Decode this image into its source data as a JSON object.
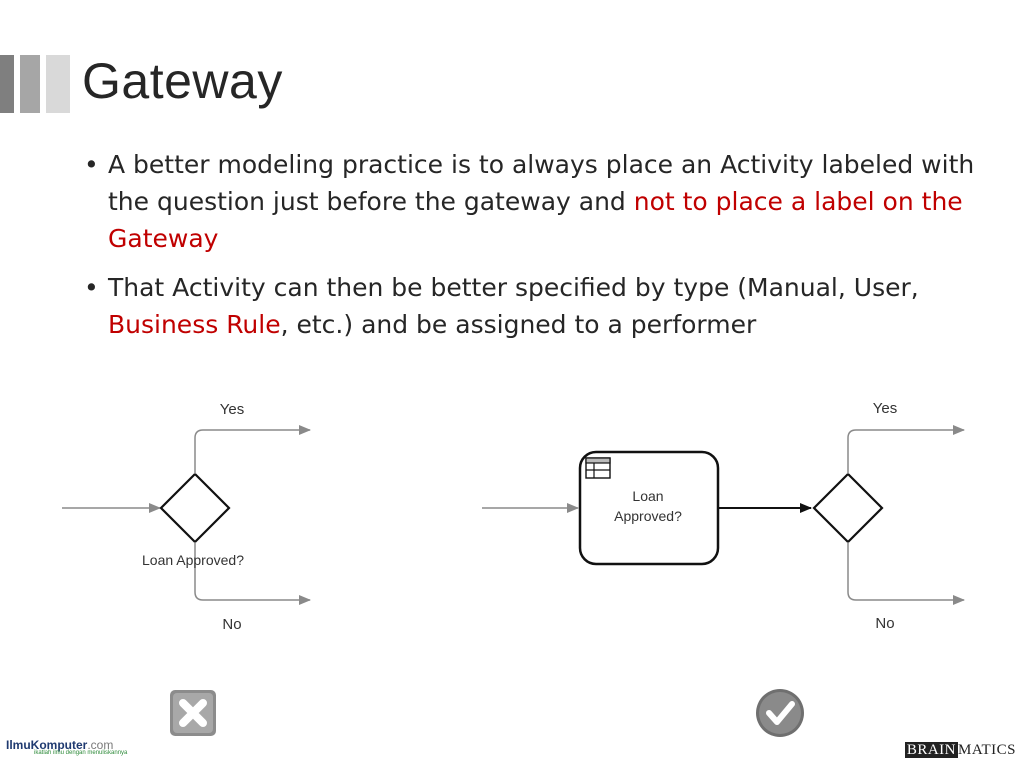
{
  "slide": {
    "title": "Gateway",
    "bullets": [
      {
        "parts": [
          {
            "text": "A better modeling practice is to always place an Activity labeled with the question just before the gateway and ",
            "red": false
          },
          {
            "text": "not to place a label on the Gateway",
            "red": true
          }
        ]
      },
      {
        "parts": [
          {
            "text": "That Activity can then be better specified by type (Manual, User, ",
            "red": false
          },
          {
            "text": "Business Rule",
            "red": true
          },
          {
            "text": ", etc.) and be assigned to a performer",
            "red": false
          }
        ]
      }
    ],
    "bullet_glyph": "•"
  },
  "diagram_left": {
    "yes_label": "Yes",
    "no_label": "No",
    "gateway_label": "Loan Approved?",
    "verdict_icon": "cross-icon"
  },
  "diagram_right": {
    "yes_label": "Yes",
    "no_label": "No",
    "task_label_line1": "Loan",
    "task_label_line2": "Approved?",
    "task_type_icon": "business-rule-table-icon",
    "verdict_icon": "checkmark-icon"
  },
  "footer": {
    "left_brand": "IlmuKomputer",
    "left_brand_suffix": ".com",
    "left_tagline": "ikatlah ilmu dengan menuliskannya",
    "right_brand_part1": "BRAIN",
    "right_brand_part2": "MATICS"
  },
  "colors": {
    "emphasis": "#c00000",
    "text": "#262626"
  }
}
